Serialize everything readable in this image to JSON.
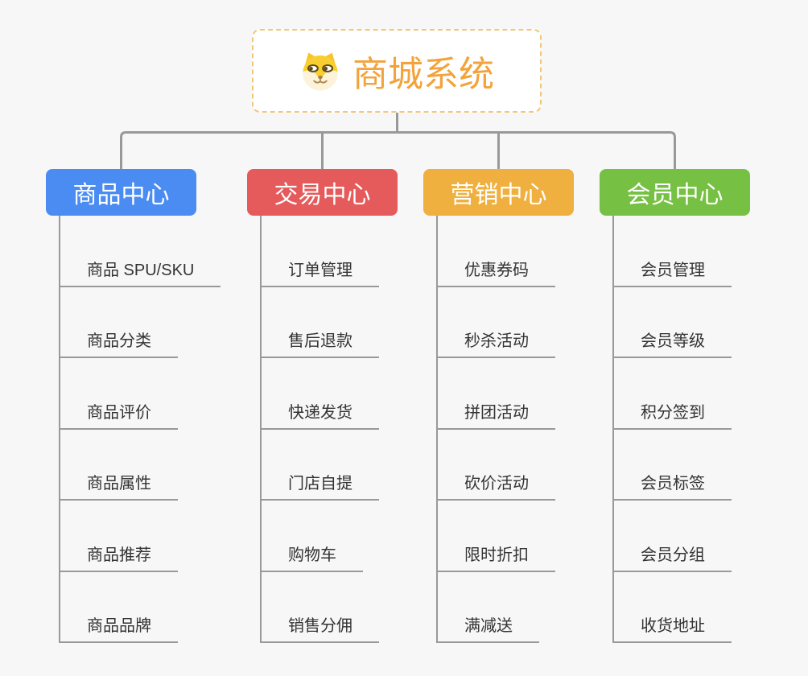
{
  "root": {
    "title": "商城系统",
    "icon": "shiba-dog-icon",
    "title_color": "#f2a33c",
    "border_color": "#f3c779"
  },
  "connector_color": "#999999",
  "background_color": "#f7f7f7",
  "branches": [
    {
      "label": "商品中心",
      "color": "#4a8cf2",
      "items": [
        "商品 SPU/SKU",
        "商品分类",
        "商品评价",
        "商品属性",
        "商品推荐",
        "商品品牌"
      ]
    },
    {
      "label": "交易中心",
      "color": "#e55a5a",
      "items": [
        "订单管理",
        "售后退款",
        "快递发货",
        "门店自提",
        "购物车",
        "销售分佣"
      ]
    },
    {
      "label": "营销中心",
      "color": "#efb03f",
      "items": [
        "优惠券码",
        "秒杀活动",
        "拼团活动",
        "砍价活动",
        "限时折扣",
        "满减送"
      ]
    },
    {
      "label": "会员中心",
      "color": "#76c043",
      "items": [
        "会员管理",
        "会员等级",
        "积分签到",
        "会员标签",
        "会员分组",
        "收货地址"
      ]
    }
  ]
}
